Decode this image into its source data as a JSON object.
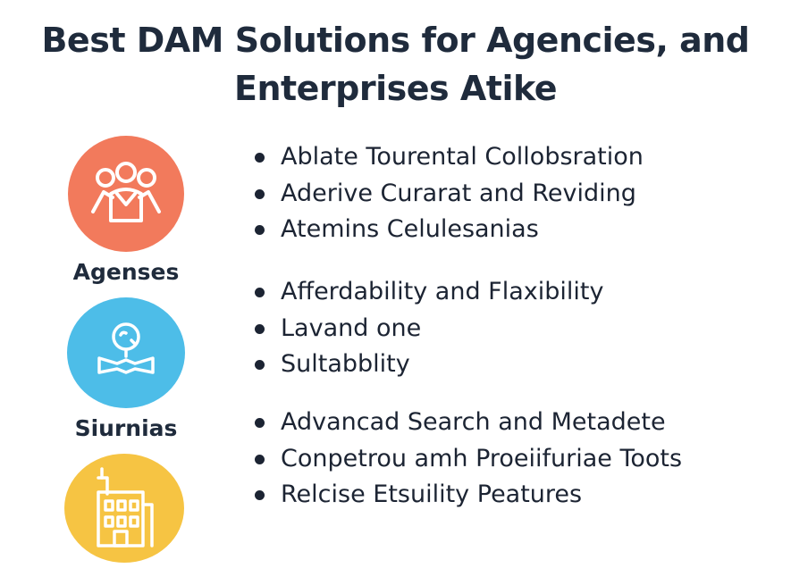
{
  "title": {
    "line1": "Best DAM Solutions for Agencies, and",
    "line2": "Enterprises Atike"
  },
  "colors": {
    "agency_circle": "#f27a5c",
    "middle_circle": "#4dbde8",
    "bottom_circle": "#f6c443",
    "text": "#1c2433"
  },
  "groups": [
    {
      "icon": "team-collaboration-icon",
      "label": "",
      "bullets": [
        "Ablate Tourental Collobsration",
        "Aderive Curarat and Reviding",
        "Atemins Celulesanias"
      ]
    },
    {
      "icon": "person-laptop-icon",
      "label": "Agenses",
      "bullets": [
        "Afferdability and Flaxibility",
        "Lavand one",
        "Sultabblity"
      ]
    },
    {
      "icon": "building-icon",
      "label": "Siurnias",
      "bullets": [
        "Advancad Search and Metadete",
        "Conpetrou amh Proeiifuriae Toots",
        "Relcise Etsuility Peatures"
      ]
    }
  ]
}
